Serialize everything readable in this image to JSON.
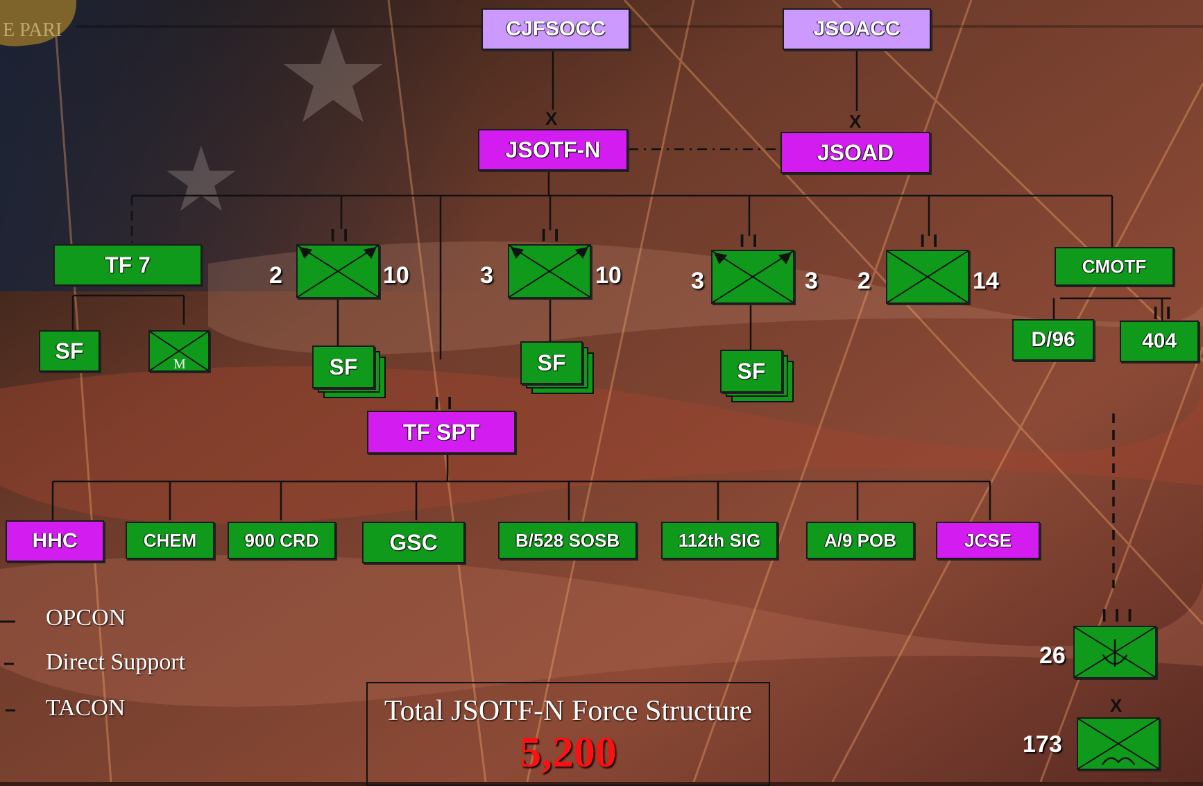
{
  "command_nodes": {
    "cjfsocc": "CJFSOCC",
    "jsoacc": "JSOACC",
    "jsotf_n": "JSOTF-N",
    "jsoad": "JSOAD",
    "tf7": "TF 7",
    "cmotf": "CMOTF",
    "tf_spt": "TF SPT"
  },
  "echelon_marks": {
    "brigade": "X",
    "battalion": "I I",
    "regiment": "I I I"
  },
  "sf_groups": [
    {
      "left_num": "2",
      "right_num": "10",
      "sub_label": "SF"
    },
    {
      "left_num": "3",
      "right_num": "10",
      "sub_label": "SF"
    },
    {
      "left_num": "3",
      "right_num": "3",
      "sub_label": "SF"
    },
    {
      "left_num": "2",
      "right_num": "14"
    }
  ],
  "tf7_children": {
    "sf": "SF",
    "m_letter": "M"
  },
  "cmotf_children": [
    "D/96",
    "404"
  ],
  "spt_children": [
    {
      "label": "HHC",
      "color": "purple"
    },
    {
      "label": "CHEM",
      "color": "green"
    },
    {
      "label": "900 CRD",
      "color": "green"
    },
    {
      "label": "GSC",
      "color": "green"
    },
    {
      "label": "B/528 SOSB",
      "color": "green"
    },
    {
      "label": "112th SIG",
      "color": "green"
    },
    {
      "label": "A/9 POB",
      "color": "green"
    },
    {
      "label": "JCSE",
      "color": "purple"
    }
  ],
  "attached_units": [
    {
      "num": "26"
    },
    {
      "num": "173"
    }
  ],
  "legend": [
    "OPCON",
    "Direct Support",
    "TACON"
  ],
  "total": {
    "title": "Total JSOTF-N Force Structure",
    "value": "5,200"
  },
  "seal_text": "E PARI",
  "colors": {
    "purple": "#d21cf0",
    "lavender": "#cc99ff",
    "green": "#0f9a1b",
    "total_value": "#ff1010"
  }
}
